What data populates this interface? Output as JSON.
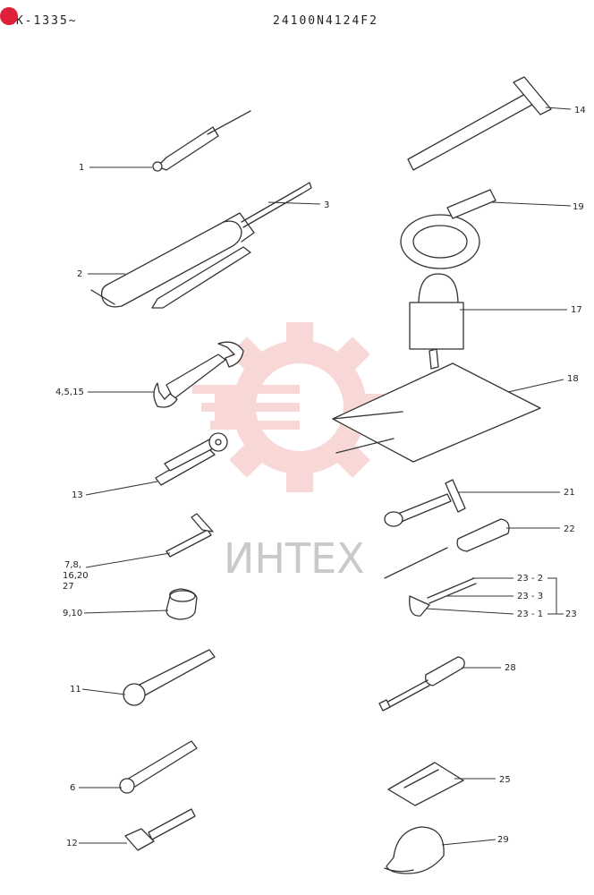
{
  "header": {
    "left": "RK-1335~",
    "center": "24100N4124F2"
  },
  "watermark": {
    "text": "ИНТЕХ",
    "color": "#f4b8b8"
  },
  "accent_color": "#e0203a",
  "callouts": {
    "c1": "1",
    "c2": "2",
    "c3": "3",
    "c4": "4,5,15",
    "c13": "13",
    "c7a": "7,8,",
    "c7b": "16,20",
    "c7c": "27",
    "c9": "9,10",
    "c11": "11",
    "c6": "6",
    "c12": "12",
    "c14": "14",
    "c19": "19",
    "c17": "17",
    "c18": "18",
    "c21": "21",
    "c22": "22",
    "c23_2": "23 - 2",
    "c23_3": "23 - 3",
    "c23_1": "23 - 1",
    "c23": "23",
    "c28": "28",
    "c25": "25",
    "c29": "29"
  }
}
